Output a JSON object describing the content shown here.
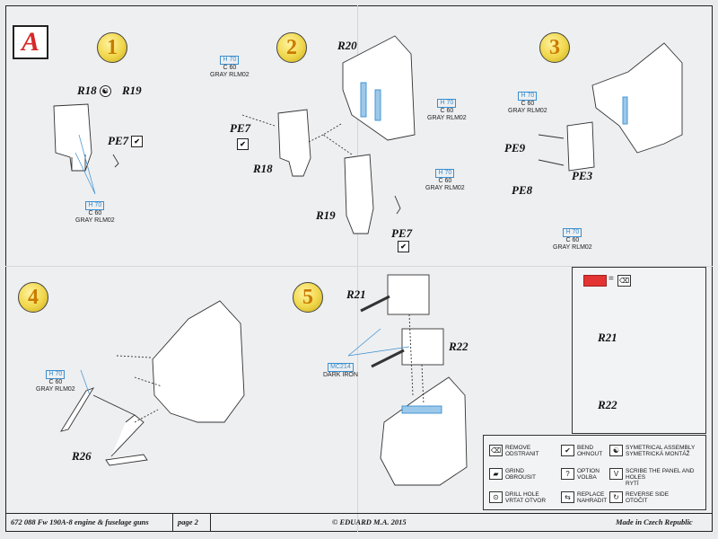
{
  "section": "A",
  "steps": [
    "1",
    "2",
    "3",
    "4",
    "5"
  ],
  "labels": {
    "r18": "R18",
    "r19": "R19",
    "pe7": "PE7",
    "r20": "R20",
    "r21": "R21",
    "r22": "R22",
    "r26": "R26",
    "pe9": "PE9",
    "pe8": "PE8",
    "pe3": "PE3"
  },
  "paint": {
    "gray": {
      "code": "H 70",
      "c": "C 60",
      "name": "GRAY RLM02"
    },
    "iron": {
      "code": "MC214",
      "name": "DARK IRON"
    }
  },
  "legend": [
    {
      "icon": "remove-icon",
      "glyph": "⌫",
      "line1": "REMOVE",
      "line2": "ODSTRANIT"
    },
    {
      "icon": "bend-icon",
      "glyph": "✔",
      "line1": "BEND",
      "line2": "OHNOUT"
    },
    {
      "icon": "symmetrical-assembly-icon",
      "glyph": "☯",
      "line1": "SYMETRICAL ASSEMBLY",
      "line2": "SYMETRICKÁ MONTÁŽ"
    },
    {
      "icon": "grind-icon",
      "glyph": "▰",
      "line1": "GRIND",
      "line2": "OBROUSIT"
    },
    {
      "icon": "option-icon",
      "glyph": "?",
      "line1": "OPTION",
      "line2": "VOLBA"
    },
    {
      "icon": "scribe-icon",
      "glyph": "V",
      "line1": "SCRIBE THE PANEL AND HOLES",
      "line2": "RYTÍ"
    },
    {
      "icon": "drill-hole-icon",
      "glyph": "⊙",
      "line1": "DRILL HOLE",
      "line2": "VRTAT OTVOR"
    },
    {
      "icon": "replace-icon",
      "glyph": "⇆",
      "line1": "REPLACE",
      "line2": "NAHRADIT"
    },
    {
      "icon": "reverse-side-icon",
      "glyph": "↻",
      "line1": "REVERSE SIDE",
      "line2": "OTOČIT"
    }
  ],
  "inset_key": "=",
  "footer": {
    "kit": "672 088  Fw 190A-8 engine & fuselage guns",
    "page": "page 2",
    "copyright": "© EDUARD  M.A. 2015",
    "made": "Made in Czech Republic"
  },
  "colors": {
    "section_red": "#d62828",
    "step_yellow": "#f0d64a",
    "paint_blue": "#3a8fd0",
    "part_red": "#e33333"
  }
}
